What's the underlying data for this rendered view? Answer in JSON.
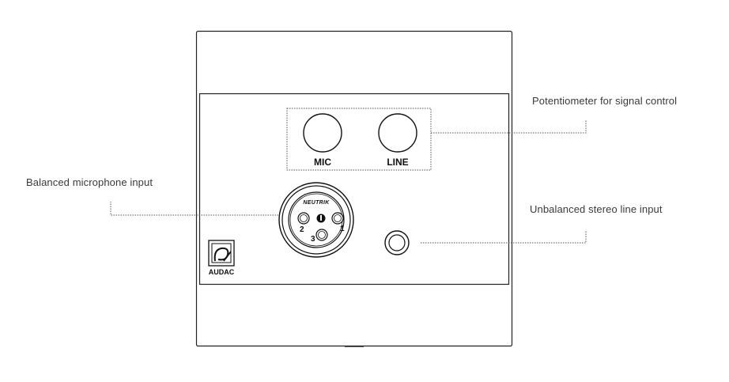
{
  "labels": {
    "potentiometer": "Potentiometer for signal control",
    "mic_input": "Balanced microphone input",
    "line_input": "Unbalanced stereo line input"
  },
  "panel": {
    "mic_knob_label": "MIC",
    "line_knob_label": "LINE",
    "brand": "AUDAC",
    "connector_brand": "NEUTRIK",
    "pins": {
      "pin1": "1",
      "pin2": "2",
      "pin3": "3"
    }
  },
  "icons": [
    "audac-logo-icon",
    "xlr-connector-icon",
    "jack-connector-icon",
    "knob-icon"
  ]
}
